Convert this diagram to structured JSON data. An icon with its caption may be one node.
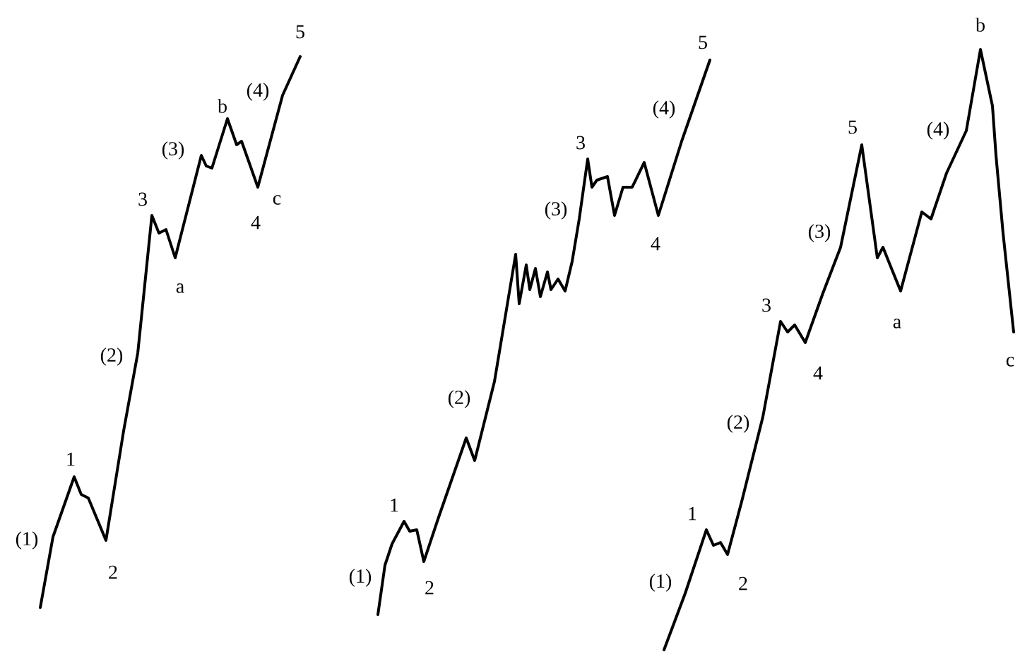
{
  "diagram": {
    "labels": [
      "5",
      "(4)",
      "b",
      "(3)",
      "3",
      "c",
      "4",
      "a",
      "(2)",
      "1",
      "(1)",
      "2",
      "5",
      "(4)",
      "3",
      "(3)",
      "4",
      "(2)",
      "1",
      "(1)",
      "2",
      "b",
      "5",
      "(4)",
      "(3)",
      "3",
      "a",
      "4",
      "c",
      "(2)",
      "1",
      "(1)",
      "2"
    ]
  }
}
